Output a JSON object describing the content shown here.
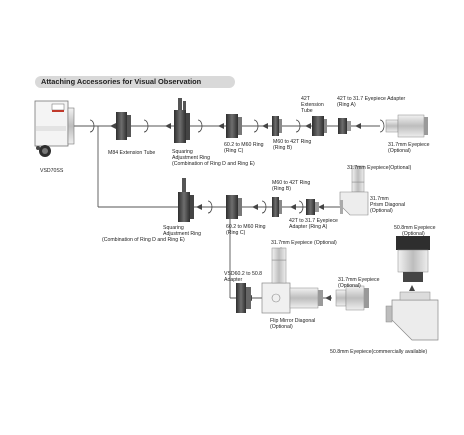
{
  "title": "Attaching Accessories for Visual Observation",
  "colors": {
    "banner": "#d9d9d9",
    "line": "#555555",
    "part_dark": "#3a3a3a",
    "part_mid": "#8a8a8a",
    "part_light": "#d8d8d8"
  },
  "labels": {
    "vsd": "VSD70SS",
    "m84": "M84 Extension Tube",
    "sq1_1": "Squaring",
    "sq1_2": "Adjustment Ring",
    "sq1_3": "(Combination of Ring D and Ring E)",
    "ring_c1_1": "60.2 to M60 Ring",
    "ring_c1_2": "(Ring C)",
    "ring_b1_1": "M60 to 42T Ring",
    "ring_b1_2": "(Ring B)",
    "tube42_1": "42T",
    "tube42_2": "Extension",
    "tube42_3": "Tube",
    "ring_a1_1": "42T to 31.7 Eyepiece Adapter",
    "ring_a1_2": "(Ring A)",
    "ep1_1": "31.7mm Eyepiece",
    "ep1_2": "(Optional)",
    "ep2_1": "31.7mm Eyepiece(Optional)",
    "prism_1": "31.7mm",
    "prism_2": "Prism Diagonal",
    "prism_3": "(Optional)",
    "ring_b2_1": "M60 to 42T Ring",
    "ring_b2_2": "(Ring B)",
    "ring_a2_1": "42T to 31.7 Eyepiece",
    "ring_a2_2": "Adapter (Ring A)",
    "sq2_1": "Squaring",
    "sq2_2": "Adjustment Ring",
    "sq2_3": "(Combination of Ring D and Ring E)",
    "ring_c2_1": "60.2 to M60 Ring",
    "ring_c2_2": "(Ring C)",
    "ep508_1": "50.8mm Eyepiece",
    "ep508_2": "(Optional)",
    "ep3": "31.7mm Eyepiece (Optional)",
    "ep4_1": "31.7mm Eyepiece",
    "ep4_2": "(Optional)",
    "vsd_adapter_1": "VSD60.2 to 50.8",
    "vsd_adapter_2": "Adapter",
    "flip_1": "Flip Mirror Diagonal",
    "flip_2": "(Optional)",
    "ep508c": "50.8mm Eyepiece(commercially available)"
  }
}
